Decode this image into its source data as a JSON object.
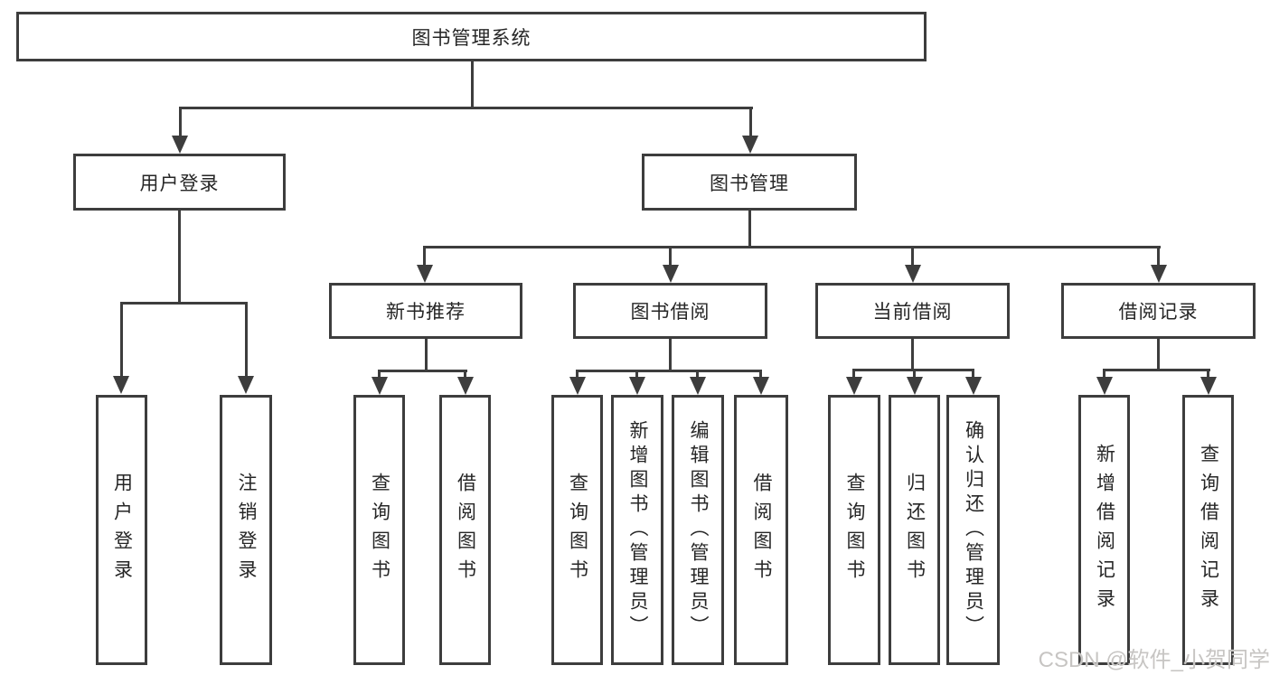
{
  "nodes": {
    "root": "图书管理系统",
    "user_login": "用户登录",
    "book_mgmt": "图书管理",
    "new_books": "新书推荐",
    "book_borrow": "图书借阅",
    "current_borrow": "当前借阅",
    "borrow_records": "借阅记录",
    "leaf_user_login": "用户登录",
    "leaf_logout": "注销登录",
    "nb_query_books": "查询图书",
    "nb_borrow_books": "借阅图书",
    "bb_query_books": "查询图书",
    "bb_add_books": "新增图书（管理员）",
    "bb_edit_books": "编辑图书（管理员）",
    "bb_borrow_books": "借阅图书",
    "cb_query_books": "查询图书",
    "cb_return_books": "归还图书",
    "cb_confirm_return": "确认归还（管理员）",
    "br_add_record": "新增借阅记录",
    "br_query_record": "查询借阅记录"
  },
  "watermark": "CSDN @软件_小贺同学",
  "colors": {
    "line": "#3d3d3d",
    "text": "#262626",
    "watermark": "#c7c5c3",
    "background": "#ffffff"
  }
}
